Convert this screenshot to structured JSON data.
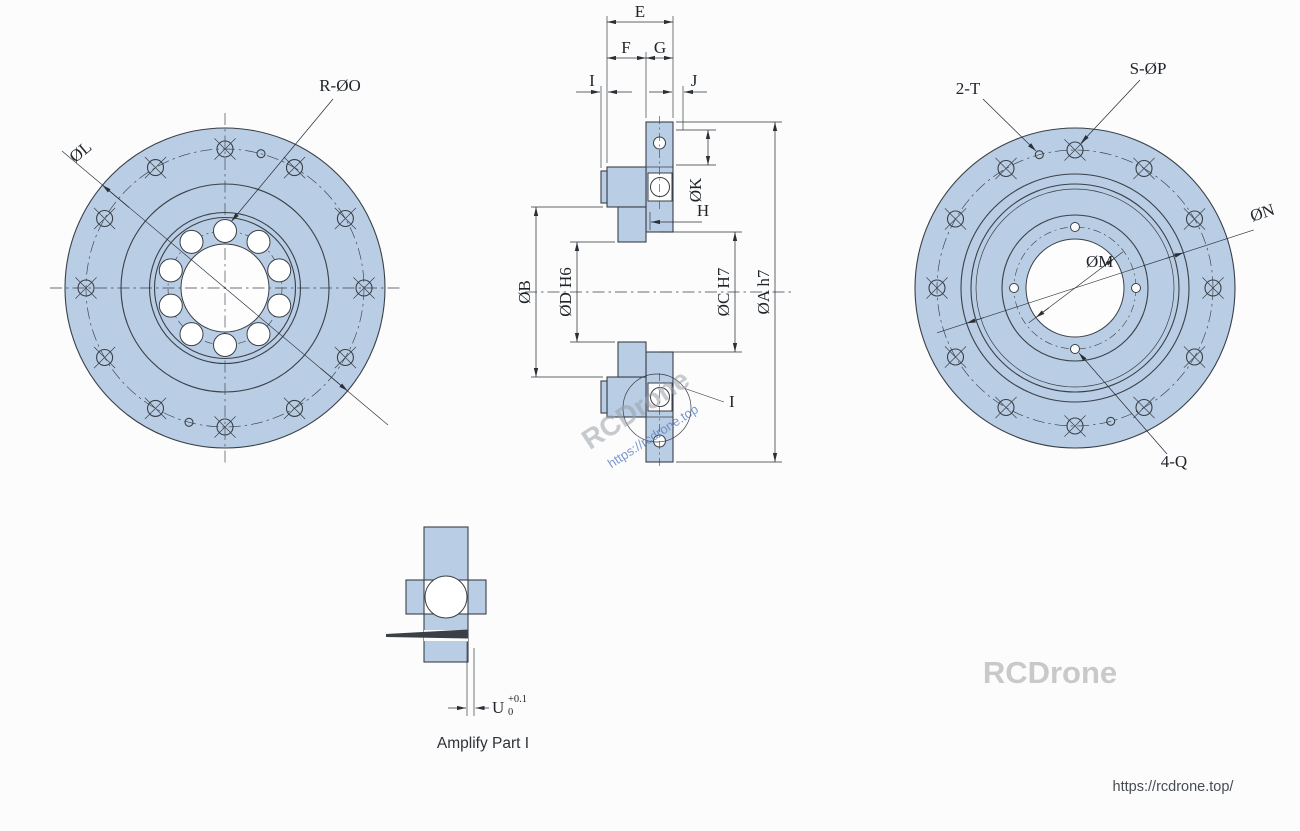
{
  "colors": {
    "page_bg": "#fcfcfd",
    "part_fill": "#b9cde5",
    "line": "#3a4047",
    "dim_line": "#2b3036",
    "dim_text": "#1f242a",
    "watermark_gray": "#9aa0a6",
    "watermark_blue": "#5b7fbe",
    "brand_gray": "#c9c9c9",
    "url_gray": "#474c52"
  },
  "front_view": {
    "label_diameter": "ØL",
    "label_holes": "R-ØO"
  },
  "section_view": {
    "dims": {
      "e": "E",
      "f": "F",
      "g": "G",
      "i": "I",
      "j": "J",
      "k": "ØK",
      "h": "H",
      "b": "ØB",
      "d": "ØD H6",
      "c": "ØC H7",
      "a": "ØA h7"
    },
    "detail_ref": "I"
  },
  "back_view": {
    "label_pin_holes": "2-T",
    "label_bolt_holes": "S-ØP",
    "label_n": "ØN",
    "label_m": "ØM",
    "label_q": "4-Q"
  },
  "detail_view": {
    "dim_u": "U",
    "tolerance_upper": "+0.1",
    "tolerance_lower": "0",
    "caption": "Amplify Part I"
  },
  "watermarks": {
    "diagonal_brand": "RCDrone",
    "diagonal_url": "https://rcdrone.top",
    "corner_brand": "RCDrone",
    "footer_url": "https://rcdrone.top/"
  }
}
